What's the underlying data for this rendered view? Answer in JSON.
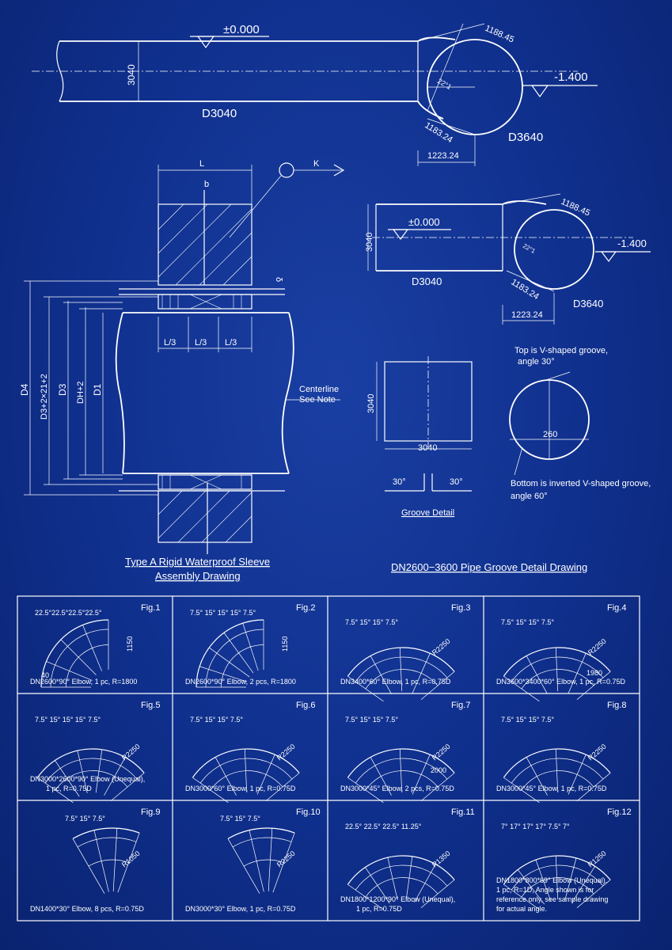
{
  "top_drawing": {
    "level_top": "±0.000",
    "dim_3040": "3040",
    "label_d3040": "D3040",
    "dim_1188": "1188.45",
    "dim_22": "22°1",
    "dim_1183": "1183.24",
    "level_low": "-1.400",
    "label_d3640": "D3640",
    "dim_1223": "1223.24"
  },
  "sleeve": {
    "L": "L",
    "b": "b",
    "K": "K",
    "delta": "δ",
    "l3a": "L/3",
    "l3b": "L/3",
    "l3c": "L/3",
    "D4": "D4",
    "D3a": "D3+2×21+2",
    "D3": "D3",
    "DH": "DH+2",
    "D1": "D1",
    "centerline": "Centerline",
    "seenote": "See Note",
    "title1": "Type A Rigid Waterproof Sleeve",
    "title2": "Assembly Drawing"
  },
  "mid_drawing": {
    "level_top": "±0.000",
    "dim_3040": "3040",
    "label_d3040": "D3040",
    "dim_1188": "1188.45",
    "dim_22": "22°1",
    "dim_1183": "1183.24",
    "level_low": "-1.400",
    "label_d3640": "D3640",
    "dim_1223": "1223.24"
  },
  "groove": {
    "dim_3040_v": "3040",
    "dim_3040_h": "3040",
    "top_note1": "Top is V-shaped groove,",
    "top_note2": "angle 30°",
    "dim_260": "260",
    "bottom_note1": "Bottom is inverted V-shaped groove,",
    "bottom_note2": "angle 60°",
    "ang_left": "30°",
    "ang_right": "30°",
    "detail_label": "Groove Detail",
    "title": "DN2600−3600 Pipe Groove Detail Drawing"
  },
  "figures": [
    {
      "fig": "Fig.1",
      "caption": [
        "DN2600*90° Elbow, 1 pc, R=1800"
      ],
      "angles": "22.5°22.5°22.5°22.5°",
      "dim": "1150",
      "extra": "40",
      "kind": "quarter",
      "segs": 4
    },
    {
      "fig": "Fig.2",
      "caption": [
        "DN2600*90° Elbow, 2 pcs, R=1800"
      ],
      "angles": "7.5° 15° 15° 15° 7.5°",
      "dim": "1150",
      "extra": "",
      "kind": "quarter",
      "segs": 5
    },
    {
      "fig": "Fig.3",
      "caption": [
        "DN3400*60° Elbow, 1 pc, R=0.75D"
      ],
      "angles": "7.5° 15° 15° 7.5°",
      "dim": "R2250",
      "extra": "",
      "kind": "fan",
      "segs": 4
    },
    {
      "fig": "Fig.4",
      "caption": [
        "DN3600*3400*60° Elbow, 1 pc, R=0.75D"
      ],
      "angles": "7.5° 15° 15° 7.5°",
      "dim": "R2250",
      "extra": "1980",
      "kind": "fan",
      "segs": 4
    },
    {
      "fig": "Fig.5",
      "caption": [
        "DN3000*2600*90° Elbow (Unequal),",
        "1 pc, R=0.75D"
      ],
      "angles": "7.5° 15° 15° 15° 7.5°",
      "dim": "R2250",
      "extra": "",
      "kind": "fan",
      "segs": 5
    },
    {
      "fig": "Fig.6",
      "caption": [
        "DN3000*60° Elbow, 1 pc, R=0.75D"
      ],
      "angles": "7.5° 15° 15° 7.5°",
      "dim": "R2250",
      "extra": "",
      "kind": "fan",
      "segs": 4
    },
    {
      "fig": "Fig.7",
      "caption": [
        "DN3000*45° Elbow, 2 pcs, R=0.75D"
      ],
      "angles": "7.5° 15° 15° 7.5°",
      "dim": "R2250",
      "extra": "2000",
      "kind": "fan",
      "segs": 4
    },
    {
      "fig": "Fig.8",
      "caption": [
        "DN3000*45° Elbow, 1 pc, R=0.75D"
      ],
      "angles": "7.5° 15° 15° 7.5°",
      "dim": "R2250",
      "extra": "",
      "kind": "fan",
      "segs": 4
    },
    {
      "fig": "Fig.9",
      "caption": [
        "DN1400*30° Elbow, 8 pcs, R=0.75D"
      ],
      "angles": "7.5° 15° 7.5°",
      "dim": "R1050",
      "extra": "",
      "kind": "narrow",
      "segs": 3
    },
    {
      "fig": "Fig.10",
      "caption": [
        "DN3000*30° Elbow, 1 pc, R=0.75D"
      ],
      "angles": "7.5° 15° 7.5°",
      "dim": "R2250",
      "extra": "",
      "kind": "narrow",
      "segs": 3
    },
    {
      "fig": "Fig.11",
      "caption": [
        "DN1800*1200*90° Elbow (Unequal),",
        "1 pc, R=0.75D"
      ],
      "angles": "22.5° 22.5° 22.5° 11.25°",
      "dim": "R1350",
      "extra": "",
      "kind": "fan",
      "segs": 5
    },
    {
      "fig": "Fig.12",
      "caption": [
        "DN1800*800*69° Elbow (Unequal),",
        "1 pc, R=1D, Angle shown is for",
        "reference only, see sample drawing",
        "for actual angle."
      ],
      "angles": "7° 17° 17° 17° 7.5° 7°",
      "dim": "R1250",
      "extra": "",
      "kind": "fan",
      "segs": 6
    }
  ]
}
